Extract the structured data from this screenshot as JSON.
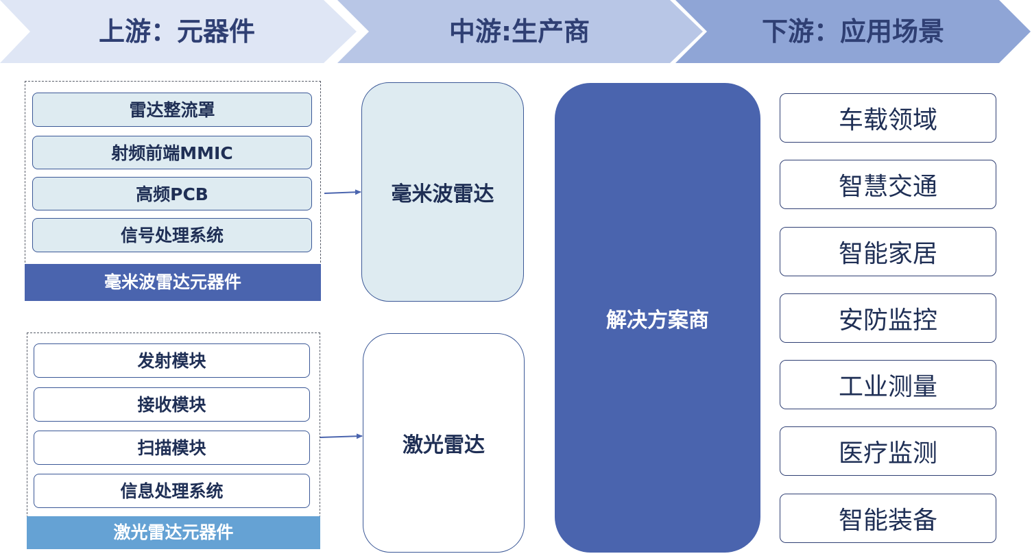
{
  "header": {
    "stages": [
      {
        "label": "上游：元器件",
        "fill": "#dfe6f5"
      },
      {
        "label": "中游:生产商",
        "fill": "#b8c6e6"
      },
      {
        "label": "下游：应用场景",
        "fill": "#8fa5d6"
      }
    ],
    "text_color": "#2f3f73"
  },
  "upstream": {
    "mmwave_group": {
      "items": [
        "雷达整流罩",
        "射频前端MMIC",
        "高频PCB",
        "信号处理系统"
      ],
      "label": "毫米波雷达元器件",
      "label_color": "#4a64ae",
      "item_fill": "#deebf1"
    },
    "lidar_group": {
      "items": [
        "发射模块",
        "接收模块",
        "扫描模块",
        "信息处理系统"
      ],
      "label": "激光雷达元器件",
      "label_color": "#65a2d4",
      "item_fill": "#ffffff"
    }
  },
  "midstream": {
    "mmwave_radar": "毫米波雷达",
    "lidar": "激光雷达",
    "solution_provider": "解决方案商",
    "solution_color": "#4a64ae"
  },
  "downstream": {
    "applications": [
      "车载领域",
      "智慧交通",
      "智能家居",
      "安防监控",
      "工业测量",
      "医疗监测",
      "智能装备"
    ]
  }
}
